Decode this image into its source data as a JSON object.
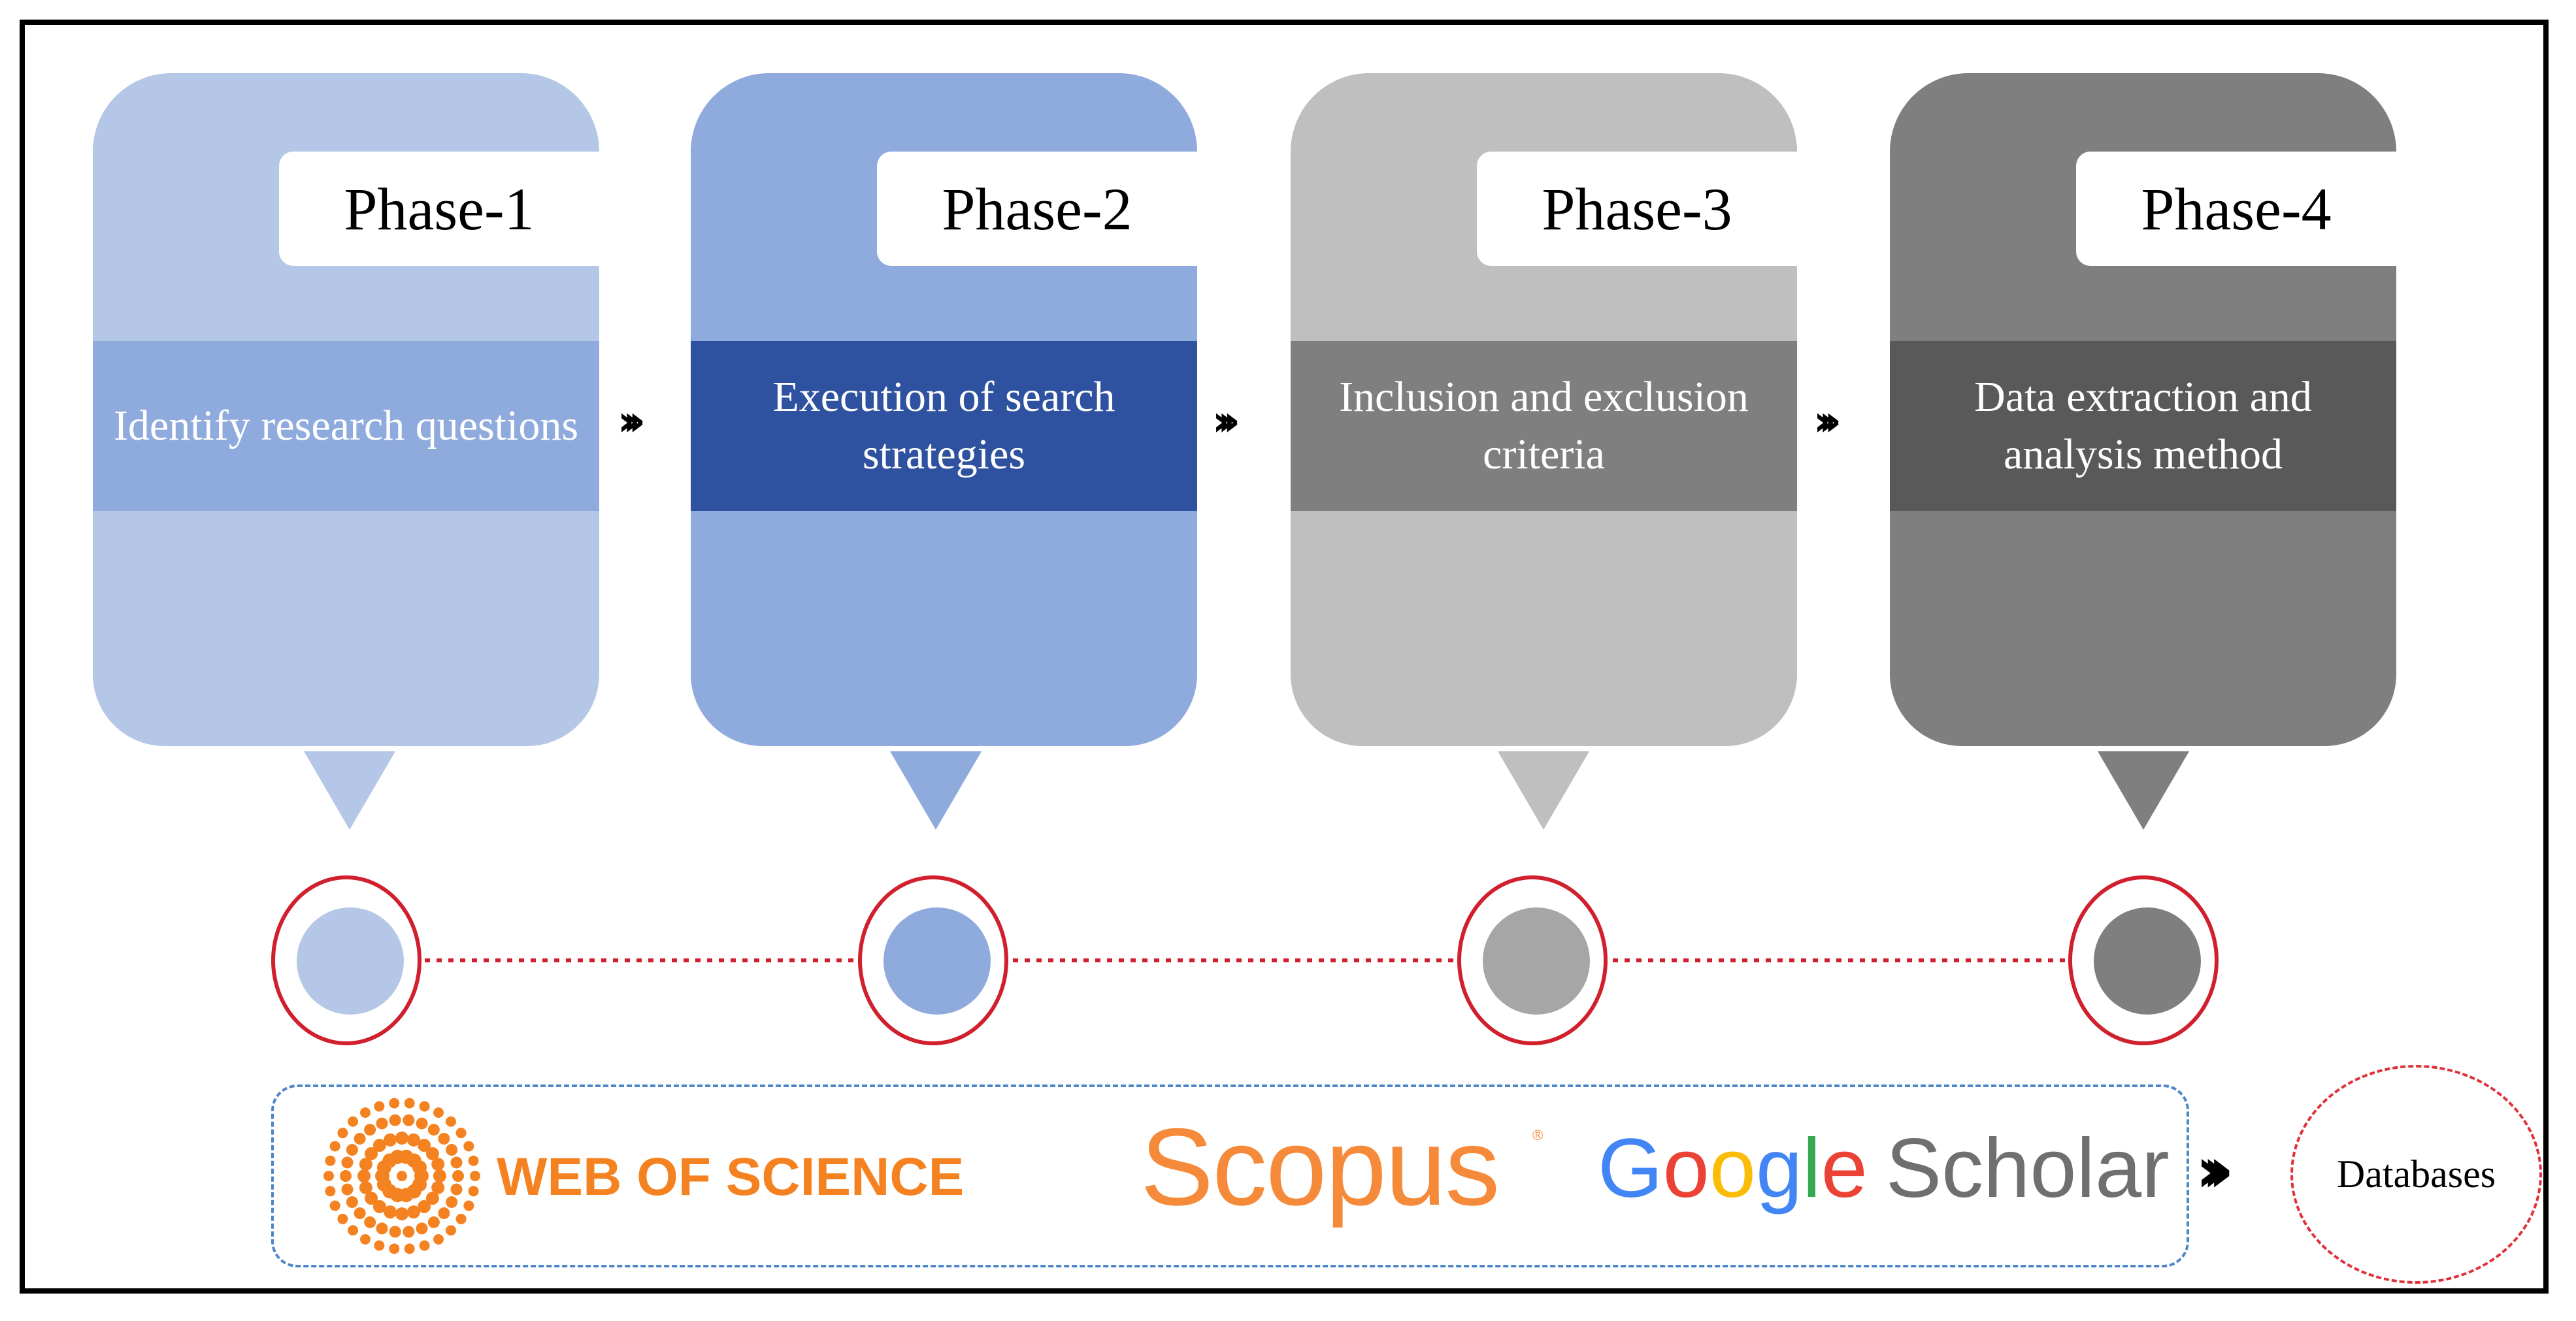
{
  "phases": [
    {
      "title": "Phase-1",
      "description": "Identify research questions",
      "card_color": "#b4c7e7",
      "band_color": "#8faadc",
      "dot_color": "#b4c7e7"
    },
    {
      "title": "Phase-2",
      "description": "Execution of search strategies",
      "card_color": "#8faadc",
      "band_color": "#2f52a0",
      "dot_color": "#8faadc"
    },
    {
      "title": "Phase-3",
      "description": "Inclusion and exclusion criteria",
      "card_color": "#bfbfbf",
      "band_color": "#7f7f7f",
      "dot_color": "#a6a6a6"
    },
    {
      "title": "Phase-4",
      "description": "Data extraction and analysis method",
      "card_color": "#7f7f7f",
      "band_color": "#595959",
      "dot_color": "#7f7f7f"
    }
  ],
  "connector_glyph": "›››",
  "timeline_color": "#d0202e",
  "databases": {
    "label": "Databases",
    "arrow_glyph": "›››",
    "web_of_science": "WEB OF SCIENCE",
    "scopus": "Scopus",
    "scopus_mark": "®",
    "google": [
      "G",
      "o",
      "o",
      "g",
      "l",
      "e"
    ],
    "google_colors": [
      "#4285f4",
      "#ea4335",
      "#fbbc05",
      "#4285f4",
      "#34a853",
      "#ea4335"
    ],
    "scholar": "Scholar"
  }
}
